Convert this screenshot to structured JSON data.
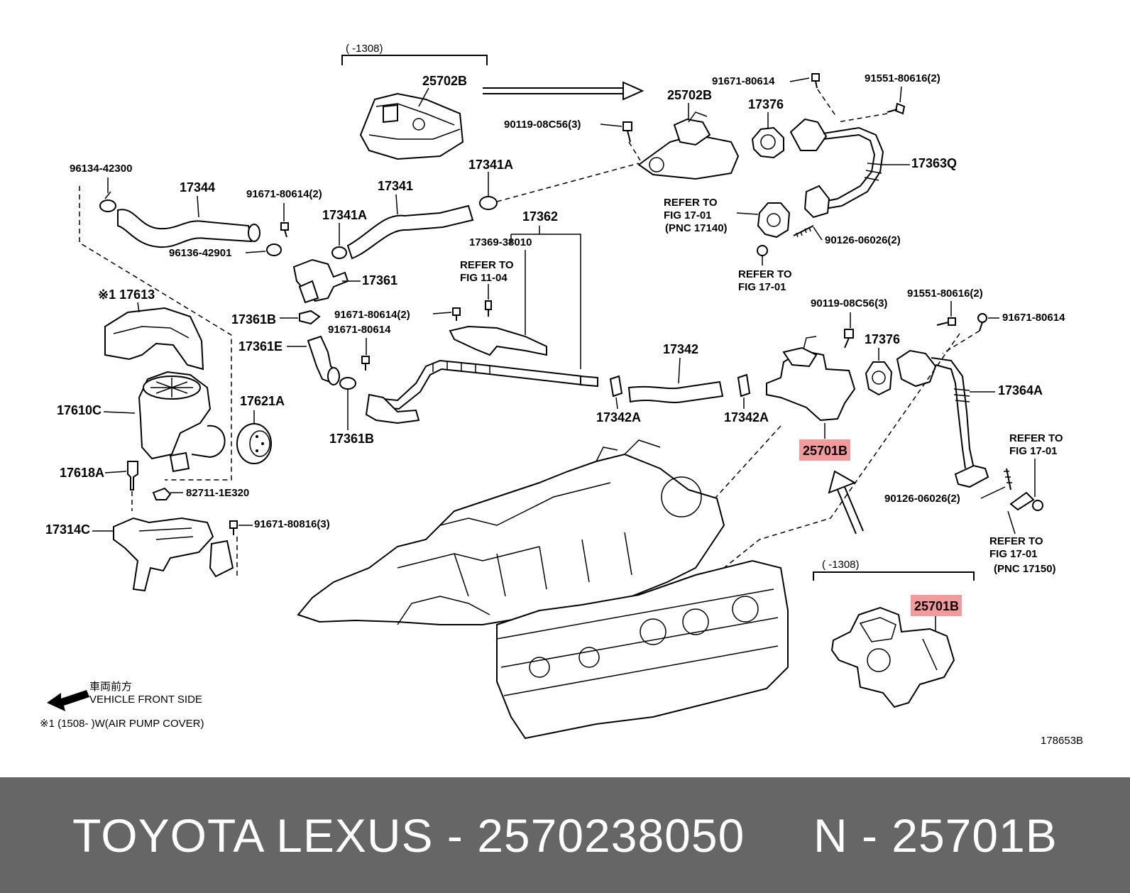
{
  "labels": {
    "range_1308_top": "(      -1308)",
    "p25702B_left": "25702B",
    "p25702B_right": "25702B",
    "p90119_top": "90119-08C56(3)",
    "p91671_80614_top": "91671-80614",
    "p91551_top": "91551-80616(2)",
    "p17376_top": "17376",
    "p17363Q": "17363Q",
    "p96134": "96134-42300",
    "p17344": "17344",
    "p91671_80614_2a": "91671-80614(2)",
    "p17341": "17341",
    "p17341A_top": "17341A",
    "p17341A_mid": "17341A",
    "p96136": "96136-42901",
    "p17361": "17361",
    "p17362": "17362",
    "p17369": "17369-38010",
    "refer_11_04_a": "REFER TO",
    "refer_11_04_b": "FIG 11-04",
    "refer_17_01_pnc140_a": "REFER TO",
    "refer_17_01_pnc140_b": "FIG 17-01",
    "refer_17_01_pnc140_c": "(PNC 17140)",
    "p90126_top": "90126-06026(2)",
    "refer_17_01_mid_a": "REFER TO",
    "refer_17_01_mid_b": "FIG 17-01",
    "p17613": "※1 17613",
    "p17361B_left": "17361B",
    "p91671_80614_2b": "91671-80614(2)",
    "p90119_mid": "90119-08C56(3)",
    "p91551_mid": "91551-80616(2)",
    "p91671_80614_right": "91671-80614",
    "p17361E": "17361E",
    "p91671_80614_mid": "91671-80614",
    "p17342": "17342",
    "p17376_mid": "17376",
    "p17364A": "17364A",
    "p17610C": "17610C",
    "p17621A": "17621A",
    "p17342A_left": "17342A",
    "p17342A_right": "17342A",
    "p25701B_mid": "25701B",
    "p17361B_bottom": "17361B",
    "refer_17_01_right_a": "REFER TO",
    "refer_17_01_right_b": "FIG 17-01",
    "p17618A": "17618A",
    "p82711": "82711-1E320",
    "p90126_bottom": "90126-06026(2)",
    "p17314C": "17314C",
    "p91671_80816": "91671-80816(3)",
    "refer_17_01_pnc150_a": "REFER TO",
    "refer_17_01_pnc150_b": "FIG 17-01",
    "refer_17_01_pnc150_c": "(PNC 17150)",
    "range_1308_bottom": "(      -1308)",
    "p25701B_bottom": "25701B",
    "front_jp": "車両前方",
    "front_en": "VEHICLE FRONT SIDE",
    "footnote": "※1 (1508-        )W(AIR PUMP COVER)",
    "diagram_id": "178653B"
  },
  "highlight_color": "#f59a9a",
  "footer": {
    "text": "TOYOTA LEXUS - 2570238050     N - 25701B"
  }
}
